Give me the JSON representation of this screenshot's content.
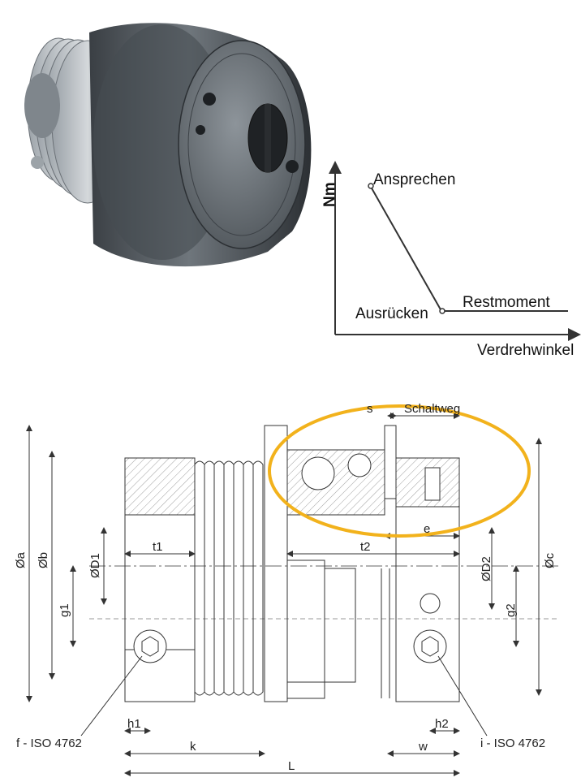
{
  "graph": {
    "y_axis_label": "Nm",
    "x_axis_label": "Verdrehwinkel",
    "peak_label": "Ansprechen",
    "disengage_label": "Ausrücken",
    "residual_label": "Restmoment"
  },
  "drawing": {
    "top_labels": {
      "s": "s",
      "schaltweg": "Schaltweg"
    },
    "left_labels": {
      "a": "Øa",
      "b": "Øb",
      "d1": "ØD1",
      "g1": "g1"
    },
    "right_labels": {
      "c": "Øc",
      "d2": "ØD2",
      "g2": "g2"
    },
    "horizontal_labels": {
      "t1": "t1",
      "t2": "t2",
      "e": "e",
      "h1": "h1",
      "h2": "h2",
      "k": "k",
      "w": "w",
      "L": "L"
    },
    "screw_left": "f - ISO 4762",
    "screw_right": "i - ISO 4762",
    "highlight_color": "#f2b21c"
  }
}
